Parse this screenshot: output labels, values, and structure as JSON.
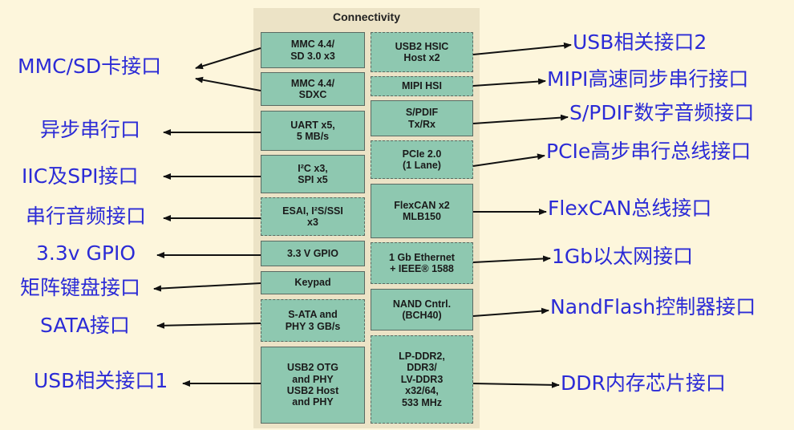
{
  "panel_title": "Connectivity",
  "left_blocks": [
    {
      "text": "MMC 4.4/\nSD 3.0 x3",
      "dashed": false
    },
    {
      "text": "MMC 4.4/\nSDXC",
      "dashed": false
    },
    {
      "text": "UART x5,\n5 MB/s",
      "dashed": false
    },
    {
      "text": "I²C x3,\nSPI x5",
      "dashed": false
    },
    {
      "text": "ESAI, I²S/SSI\nx3",
      "dashed": true
    },
    {
      "text": "3.3 V GPIO",
      "dashed": false
    },
    {
      "text": "Keypad",
      "dashed": false
    },
    {
      "text": "S-ATA and\nPHY 3 GB/s",
      "dashed": true
    },
    {
      "text": "USB2 OTG\nand PHY\nUSB2 Host\nand PHY",
      "dashed": false
    }
  ],
  "right_blocks": [
    {
      "text": "USB2 HSIC\nHost x2",
      "dashed": true
    },
    {
      "text": "MIPI HSI",
      "dashed": true
    },
    {
      "text": "S/PDIF\nTx/Rx",
      "dashed": false
    },
    {
      "text": "PCIe 2.0\n(1 Lane)",
      "dashed": true
    },
    {
      "text": "FlexCAN x2\nMLB150",
      "dashed": false
    },
    {
      "text": "1 Gb Ethernet\n+ IEEE® 1588",
      "dashed": true
    },
    {
      "text": "NAND Cntrl.\n(BCH40)",
      "dashed": false
    },
    {
      "text": "LP-DDR2,\nDDR3/\nLV-DDR3\nx32/64,\n533 MHz",
      "dashed": true
    }
  ],
  "left_labels": [
    "MMC/SD卡接口",
    "异步串行口",
    "IIC及SPI接口",
    "串行音频接口",
    "3.3v GPIO",
    "矩阵键盘接口",
    "SATA接口",
    "USB相关接口1"
  ],
  "right_labels": [
    "USB相关接口2",
    "MIPI高速同步串行接口",
    "S/PDIF数字音频接口",
    "PCIe高步串行总线接口",
    "FlexCAN总线接口",
    "1Gb以太网接口",
    "NandFlash控制器接口",
    "DDR内存芯片接口"
  ],
  "colors": {
    "background": "#fdf6dc",
    "panel": "#ece3c6",
    "block": "#8ec8b0",
    "label": "#2b2bd6"
  }
}
